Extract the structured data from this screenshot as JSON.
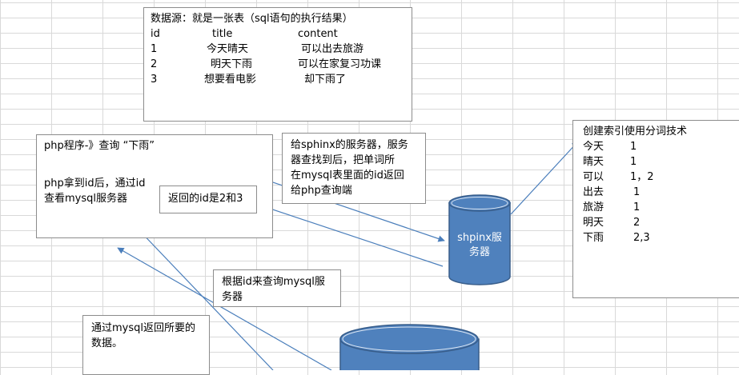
{
  "datasource": {
    "title": "数据源：就是一张表（sql语句的执行结果）",
    "headers": [
      "id",
      "title",
      "content"
    ],
    "rows": [
      [
        "1",
        "今天晴天",
        "可以出去旅游"
      ],
      [
        "2",
        "明天下雨",
        "可以在家复习功课"
      ],
      [
        "3",
        "想要看电影",
        "却下雨了"
      ]
    ]
  },
  "php_box": {
    "query": "php程序-》查询 “下雨”",
    "after_line1": "php拿到id后，通过id",
    "after_line2": "查看mysql服务器"
  },
  "returned_ids": "返回的id是2和3",
  "sphinx_note": {
    "line1": "给sphinx的服务器，服务",
    "line2": "器查找到后，把单词所",
    "line3": "在mysql表里面的id返回",
    "line4": "给php查询端"
  },
  "sphinx_server": {
    "line1": "shpinx服",
    "line2": "务器"
  },
  "index": {
    "title": "创建索引使用分词技术",
    "entries": [
      {
        "word": "今天",
        "ids": "1"
      },
      {
        "word": "晴天",
        "ids": "1"
      },
      {
        "word": "可以",
        "ids": "1，2"
      },
      {
        "word": "出去",
        "ids": "1"
      },
      {
        "word": "旅游",
        "ids": "1"
      },
      {
        "word": "明天",
        "ids": "2"
      },
      {
        "word": "下雨",
        "ids": "2,3"
      }
    ]
  },
  "query_mysql": {
    "line1": "根据id来查询mysql服",
    "line2": "务器"
  },
  "mysql_return": {
    "line1": "通过mysql返回所要的",
    "line2": "数据。"
  },
  "colors": {
    "cylinder_fill": "#4f81bd",
    "cylinder_stroke": "#385d8a",
    "arrow": "#4a7ebb",
    "grid": "#d9d9d9"
  }
}
